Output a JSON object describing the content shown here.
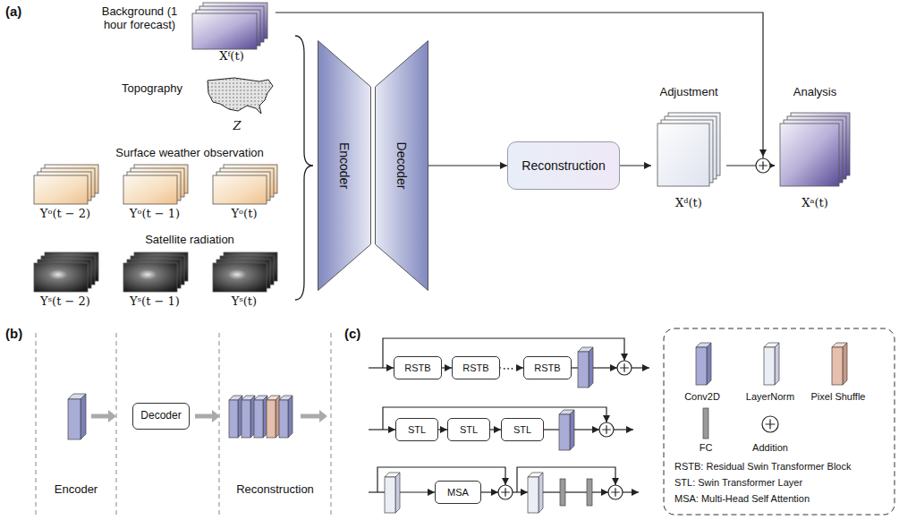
{
  "diagram": {
    "nodes": [
      {
        "text": [
          "Background (1 hour forecast)",
          "Xᶠ(t)"
        ]
      },
      {
        "text": [
          "Topography",
          "Z"
        ]
      },
      {
        "text": [
          "Yᵒ(t − 2)"
        ]
      },
      {
        "text": [
          "Yᵒ(t − 1)"
        ]
      },
      {
        "text": [
          "Yᵒ(t)"
        ]
      },
      {
        "text": [
          "Yˢ(t − 2)"
        ]
      },
      {
        "text": [
          "Yˢ(t − 1)"
        ]
      },
      {
        "text": [
          "Yˢ(t)"
        ]
      },
      {
        "text": [
          "Encoder"
        ]
      },
      {
        "text": [
          "Decoder"
        ]
      },
      {
        "text": [
          "Reconstruction"
        ]
      },
      {
        "text": [
          "Adjustment",
          "Xᵈ(t)"
        ]
      },
      {
        "text": [
          "Analysis",
          "Xᵃ(t)"
        ]
      },
      {
        "text": [
          "Decoder"
        ]
      },
      {
        "text": [
          "RSTB"
        ]
      },
      {
        "text": [
          "RSTB"
        ]
      },
      {
        "text": [
          "RSTB"
        ]
      },
      {
        "text": [
          "STL"
        ]
      },
      {
        "text": [
          "STL"
        ]
      },
      {
        "text": [
          "STL"
        ]
      },
      {
        "text": [
          "MSA"
        ]
      }
    ],
    "edges": [
      {
        "from": 9,
        "to": 10,
        "arrow": "to"
      },
      {
        "from": 10,
        "to": 11,
        "arrow": "to"
      },
      {
        "from": 11,
        "to": 12,
        "arrow": "to"
      },
      {
        "from": 0,
        "to": 12,
        "arrow": "to"
      },
      {
        "from": 14,
        "to": 15,
        "arrow": "to"
      },
      {
        "from": 15,
        "to": 16,
        "label": "⋯",
        "arrow": "to"
      },
      {
        "from": 17,
        "to": 18,
        "arrow": "to"
      },
      {
        "from": 18,
        "to": 19,
        "arrow": "to"
      }
    ],
    "labels": [
      "(a)",
      "Surface weather observation",
      "Satellite radiation",
      "(b)",
      "Encoder",
      "Reconstruction",
      "(c)",
      "RSTB: Residual Swin Transformer Block",
      "STL: Swin Transformer Layer",
      "MSA: Multi-Head Self Attention"
    ],
    "legend": [
      {
        "text": "Conv2D"
      },
      {
        "text": "LayerNorm"
      },
      {
        "text": "Pixel Shuffle"
      },
      {
        "text": "FC"
      },
      {
        "text": "Addition"
      }
    ]
  }
}
